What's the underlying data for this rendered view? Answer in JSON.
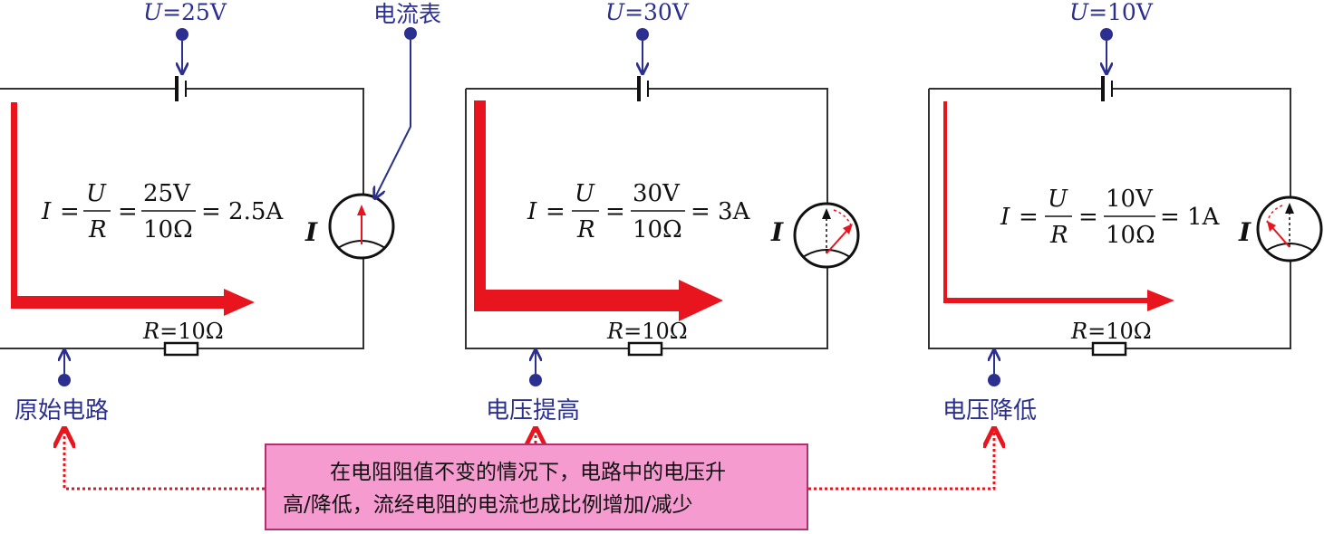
{
  "colors": {
    "wire": "#333333",
    "blue": "#2b2f8f",
    "red": "#e8141e",
    "note_bg": "#f59bd0",
    "note_border": "#b03070"
  },
  "ammeter_callout": "电流表",
  "circuits": [
    {
      "id": "original",
      "voltage_symbol": "U",
      "voltage_value": "=25V",
      "formula": {
        "lhs": "I",
        "frac1_num": "U",
        "frac1_den": "R",
        "frac2_num": "25V",
        "frac2_den": "10Ω",
        "result": "= 2.5A"
      },
      "current_symbol": "I",
      "resistor_symbol": "R",
      "resistor_value": "=10Ω",
      "caption": "原始电路",
      "arrow_strength": "medium"
    },
    {
      "id": "raised",
      "voltage_symbol": "U",
      "voltage_value": "=30V",
      "formula": {
        "lhs": "I",
        "frac1_num": "U",
        "frac1_den": "R",
        "frac2_num": "30V",
        "frac2_den": "10Ω",
        "result": "= 3A"
      },
      "current_symbol": "I",
      "resistor_symbol": "R",
      "resistor_value": "=10Ω",
      "caption": "电压提高",
      "arrow_strength": "thick"
    },
    {
      "id": "lowered",
      "voltage_symbol": "U",
      "voltage_value": "=10V",
      "formula": {
        "lhs": "I",
        "frac1_num": "U",
        "frac1_den": "R",
        "frac2_num": "10V",
        "frac2_den": "10Ω",
        "result": "= 1A"
      },
      "current_symbol": "I",
      "resistor_symbol": "R",
      "resistor_value": "=10Ω",
      "caption": "电压降低",
      "arrow_strength": "thin"
    }
  ],
  "note": {
    "line1": "在电阻阻值不变的情况下，电路中的电压升",
    "line2": "高/降低，流经电阻的电流也成比例增加/减少"
  }
}
